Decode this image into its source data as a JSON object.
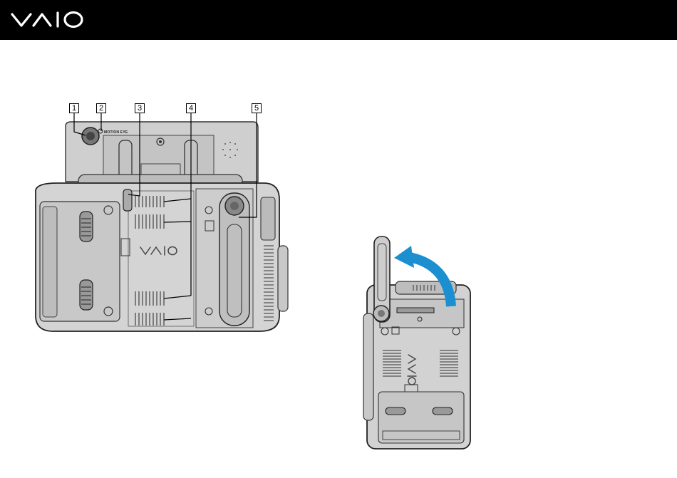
{
  "header": {
    "logo_text": "VAIO",
    "background": "#000000",
    "logo_color": "#ffffff"
  },
  "figure_back": {
    "camera_label": "MOTION EYE",
    "callouts": [
      "1",
      "2",
      "3",
      "4",
      "5"
    ]
  },
  "figure_stand": {
    "arrow_color": "#1b8fd0"
  }
}
